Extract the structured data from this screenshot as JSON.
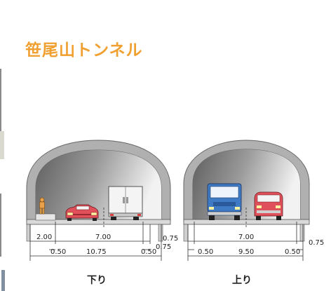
{
  "title": "笹尾山トンネル",
  "colors": {
    "title": "#f0a030",
    "tunnel_dark": "#6a6a6a",
    "tunnel_light": "#ededed",
    "road": "#d9d9d9",
    "line": "#333333"
  },
  "left_tunnel": {
    "caption": "下り",
    "dims": {
      "sidewalk": "2.00",
      "lane": "7.00",
      "edge_right": "0.75",
      "edge_right_low": "0.75",
      "shoulder_left": "0.50",
      "shoulder_right": "0.50",
      "total": "10.75"
    }
  },
  "right_tunnel": {
    "caption": "上り",
    "dims": {
      "lane": "7.00",
      "shoulder_left": "0.50",
      "shoulder_right": "0.50",
      "total": "9.50",
      "edge_right": "0.75"
    }
  }
}
